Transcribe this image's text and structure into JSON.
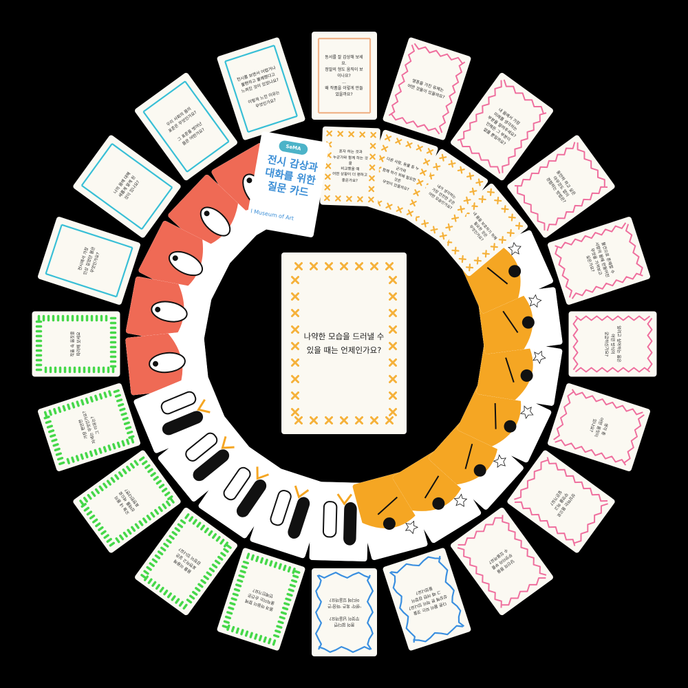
{
  "center_card": {
    "question": "나약한 모습을 드러낼 수\n있을 때는 언제인가요?",
    "accent": "#f5b13a"
  },
  "cover_card": {
    "badge": "SeMA",
    "title": "전시 감상과\n대화를 위한\n질문 카드",
    "museum": "l Museum of Art",
    "accent": "#3d8fd6"
  },
  "colors": {
    "background": "#000000",
    "card": "#fbf9f2",
    "cyan_wave": "#38bfd6",
    "pink_zigzag": "#ef6f9e",
    "green_dash": "#46d84a",
    "blue_loop": "#3a8fe0",
    "orange_cross": "#f5b13a",
    "peach_wave": "#f0b48a",
    "coral": "#ef6a55",
    "orange_art": "#f5a623"
  },
  "outer_cards": [
    {
      "style": "peach_wave",
      "text": "동서를 잘 감상해 보세요.\n정말의 형도 움직이 보이나요?\n...\n왜 작품을 이렇게 만들었을까요?"
    },
    {
      "style": "pink_zigzag",
      "text": "영혼을 가진 유체는\n어떤 것들이 있을까요?"
    },
    {
      "style": "pink_zigzag",
      "text": "내 몸에서 가장\n미래를 생각하는\n부분을 알려주세요?\n언제든 그 부분이\n없을 뿐일까요?"
    },
    {
      "style": "pink_zigzag",
      "text": "동안하 하고 싶은\n아무것도 없이\n경험하는 방법은?"
    },
    {
      "style": "pink_zigzag",
      "text": "물건으로 존재할 수\n사람의 몸에 만들어진\n무엇을 가져보고\n싶은가요?"
    },
    {
      "style": "pink_zigzag",
      "text": "알려고 싶어하는 몸은\n어떤 방식이\n궁금하신가요?"
    },
    {
      "style": "pink_zigzag",
      "text": "생각 중\n어떤 몸짓이\n있나요?"
    },
    {
      "style": "pink_zigzag",
      "text": "상상하는 몸으로\n무엇을 하고\n싶은가요?"
    },
    {
      "style": "pink_zigzag",
      "text": "당신의 몸을\n무엇이라 부를\n수 있을까요?"
    },
    {
      "style": "blue_loop",
      "text": "다른 몸이 되는 것을\n상상해 본 적이 있나요?\n그 때 어떤 감정이\n들었나요?"
    },
    {
      "style": "blue_loop",
      "text": "몸이 없다면\n무엇이 남을까요?\n\n'생각' 혹은 '마음'은\n어디에 있을까요?"
    },
    {
      "style": "green_dash",
      "text": "몸과 마음이 함께\n움직이는 순간은\n언제인가요?"
    },
    {
      "style": "green_dash",
      "text": "몸을 이용해\n표현하고 싶은\n감정이 있나요?"
    },
    {
      "style": "green_dash",
      "text": "오늘 내 몸의\n상태를 색으로\n표현한다면?"
    },
    {
      "style": "green_dash",
      "text": "가장 편안한\n자세는 무엇인가요?\n그 이유는?"
    },
    {
      "style": "green_dash",
      "text": "작품 속 몸짓을\n따라해 보세요"
    },
    {
      "style": "cyan_wave",
      "text": "전시에서 가장\n인상 깊었던 몸은\n무엇인가요?"
    },
    {
      "style": "cyan_wave",
      "text": "나의 몸에 대해\n새롭게 알게 된\n것이 있나요?"
    },
    {
      "style": "cyan_wave",
      "text": "우리 사회의 몸의\n표준은 무엇인가요?\n\n그 표준을 벗어난\n몸은 어떤가요?"
    },
    {
      "style": "cyan_wave",
      "text": "전시를 보면서 어렵거나\n불편하고 불쾌했다고\n느껴진 것이 있었나요?\n\n이렇게 느낀 이유는\n무엇인가요?"
    }
  ],
  "inner_cards": [
    {
      "style": "orange_cross",
      "text": "혼자 하는 것과\n누군가와 함께 하는 것을\n비교했을 때\n어떤 상황이 더 편하고\n좋은가요?"
    },
    {
      "style": "orange_cross",
      "text": "다른 사람, 동물 등 누군가와\n함께 하기 위해 필요한 것은\n무엇이 있을까요?"
    },
    {
      "style": "orange_cross",
      "text": "내가 생각하는\n가장 안전한 곳은\n어떤 모습인가요?"
    },
    {
      "style": "orange_cross",
      "text": "내 몸을 보호하기 위해\n필요한 것은\n무엇인가요?"
    }
  ]
}
